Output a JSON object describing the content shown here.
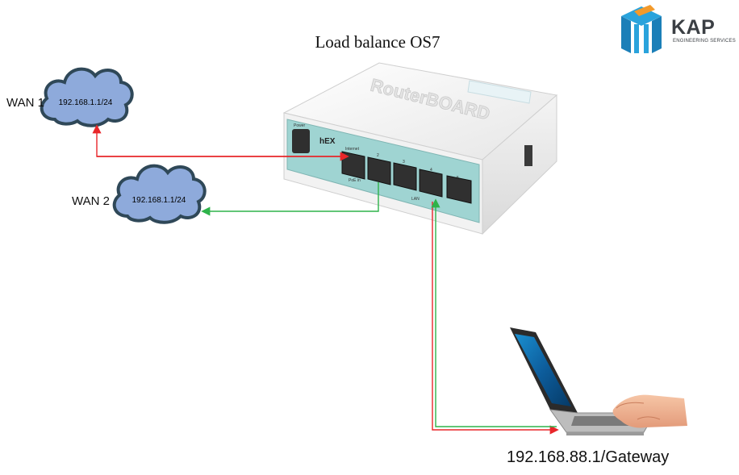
{
  "title": "Load balance OS7",
  "wan1": {
    "label": "WAN 1",
    "ip": "192.168.1.1/24"
  },
  "wan2": {
    "label": "WAN 2",
    "ip": "192.168.1.1/24"
  },
  "gateway": {
    "label": "192.168.88.1/Gateway"
  },
  "brand": {
    "name": "KAP",
    "tagline": "ENGINEERING SERVICES"
  },
  "router": {
    "model": "hEX",
    "brand": "RouterBOARD",
    "power_label": "Power",
    "port_label_internet": "Internet",
    "port_label_poe": "PoE in",
    "port_label_lan": "LAN",
    "port_numbers": [
      "2",
      "3",
      "4",
      "5"
    ]
  },
  "colors": {
    "wan1_link": "#e8262a",
    "wan2_link": "#2eb34a",
    "cloud_fill": "#8eaadb",
    "cloud_stroke": "#2f4858",
    "router_accent": "#9fd4d2"
  }
}
